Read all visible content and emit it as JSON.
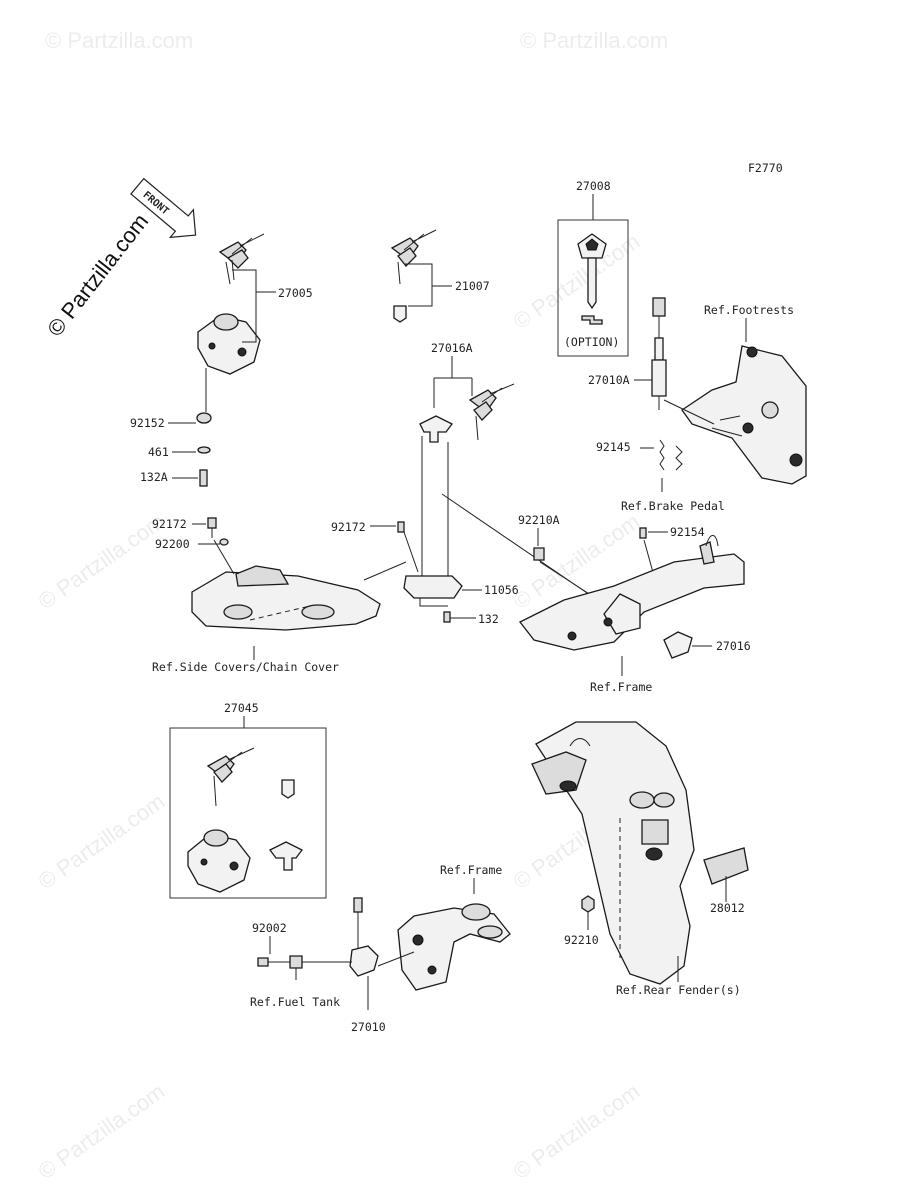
{
  "figure_code": "F2770",
  "watermark": "© Partzilla.com",
  "front_badge": "FRONT",
  "labels": {
    "p27005": "27005",
    "p21007": "21007",
    "p27008": "27008",
    "option": "(OPTION)",
    "ref_footrests": "Ref.Footrests",
    "p27016A": "27016A",
    "p27010A": "27010A",
    "p92152": "92152",
    "p461": "461",
    "p132A": "132A",
    "p92145": "92145",
    "ref_brake_pedal": "Ref.Brake Pedal",
    "p92172_left": "92172",
    "p92200": "92200",
    "p92172_mid": "92172",
    "p92210A": "92210A",
    "p92154": "92154",
    "p11056": "11056",
    "p132": "132",
    "p27016": "27016",
    "ref_side_covers": "Ref.Side Covers/Chain Cover",
    "ref_frame_top": "Ref.Frame",
    "p27045": "27045",
    "ref_frame_bottom": "Ref.Frame",
    "p28012": "28012",
    "p92002": "92002",
    "p92210": "92210",
    "ref_fuel_tank": "Ref.Fuel Tank",
    "ref_rear_fender": "Ref.Rear Fender(s)",
    "p27010": "27010"
  }
}
